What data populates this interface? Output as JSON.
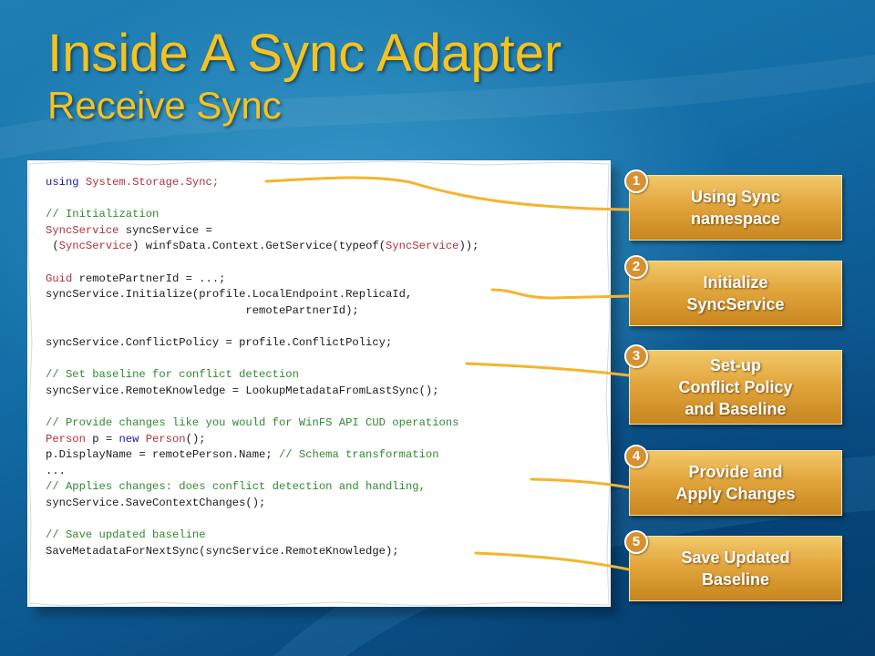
{
  "title": {
    "main": "Inside A Sync Adapter",
    "sub": "Receive Sync"
  },
  "code_lines": [
    [
      {
        "t": "using ",
        "c": "kw"
      },
      {
        "t": "System.Storage.Sync;",
        "c": "ty"
      }
    ],
    [],
    [
      {
        "t": "// Initialization",
        "c": "cm"
      }
    ],
    [
      {
        "t": "SyncService",
        "c": "ty"
      },
      {
        "t": " syncService =",
        "c": ""
      }
    ],
    [
      {
        "t": " (",
        "c": ""
      },
      {
        "t": "SyncService",
        "c": "ty"
      },
      {
        "t": ") winfsData.Context.GetService(typeof(",
        "c": ""
      },
      {
        "t": "SyncService",
        "c": "ty"
      },
      {
        "t": "));",
        "c": ""
      }
    ],
    [],
    [
      {
        "t": "Guid",
        "c": "ty"
      },
      {
        "t": " remotePartnerId = ...;",
        "c": ""
      }
    ],
    [
      {
        "t": "syncService.Initialize(profile.LocalEndpoint.ReplicaId,",
        "c": ""
      }
    ],
    [
      {
        "t": "                              remotePartnerId);",
        "c": ""
      }
    ],
    [],
    [
      {
        "t": "syncService.ConflictPolicy = profile.ConflictPolicy;",
        "c": ""
      }
    ],
    [],
    [
      {
        "t": "// Set baseline for conflict detection",
        "c": "cm"
      }
    ],
    [
      {
        "t": "syncService.RemoteKnowledge = LookupMetadataFromLastSync();",
        "c": ""
      }
    ],
    [],
    [
      {
        "t": "// Provide changes like you would for WinFS API CUD operations",
        "c": "cm"
      }
    ],
    [
      {
        "t": "Person",
        "c": "ty"
      },
      {
        "t": " p = ",
        "c": ""
      },
      {
        "t": "new ",
        "c": "kw"
      },
      {
        "t": "Person",
        "c": "ty"
      },
      {
        "t": "();",
        "c": ""
      }
    ],
    [
      {
        "t": "p.DisplayName = remotePerson.Name; ",
        "c": ""
      },
      {
        "t": "// Schema transformation",
        "c": "cm"
      }
    ],
    [
      {
        "t": "...",
        "c": ""
      }
    ],
    [
      {
        "t": "// Applies changes: does conflict detection and handling,",
        "c": "cm"
      }
    ],
    [
      {
        "t": "syncService.SaveContextChanges();",
        "c": ""
      }
    ],
    [],
    [
      {
        "t": "// Save updated baseline",
        "c": "cm"
      }
    ],
    [
      {
        "t": "SaveMetadataForNextSync(syncService.RemoteKnowledge);",
        "c": ""
      }
    ]
  ],
  "steps": [
    {
      "number": "1",
      "label": "Using Sync\nnamespace"
    },
    {
      "number": "2",
      "label": "Initialize\nSyncService"
    },
    {
      "number": "3",
      "label": "Set-up\nConflict Policy\nand Baseline"
    },
    {
      "number": "4",
      "label": "Provide and\nApply Changes"
    },
    {
      "number": "5",
      "label": "Save Updated\nBaseline"
    }
  ],
  "colors": {
    "title": "#f7c21e",
    "keyword": "#1a1aa8",
    "type": "#b0303b",
    "comment": "#2f8a2f",
    "connector": "#f3b52b"
  }
}
